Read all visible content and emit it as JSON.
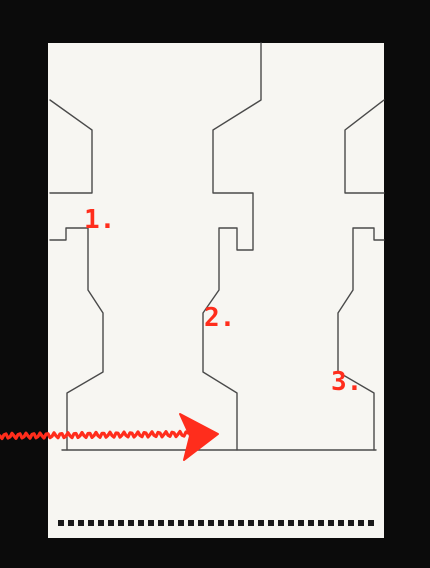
{
  "photo": {
    "background_color": "#0b0b0b",
    "paper_color": "#f7f6f2",
    "line_color": "#4a4a4a",
    "annotation_color": "#ff2d1c"
  },
  "labels": {
    "one": "1.",
    "two": "2.",
    "three": "3."
  }
}
